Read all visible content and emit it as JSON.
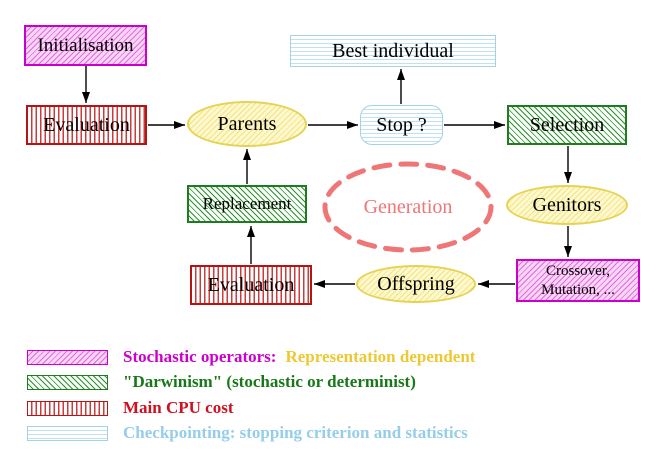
{
  "nodes": {
    "initialisation": "Initialisation",
    "evaluation_top": "Evaluation",
    "parents": "Parents",
    "best_individual": "Best individual",
    "stop": "Stop ?",
    "selection": "Selection",
    "replacement": "Replacement",
    "generation": "Generation",
    "genitors": "Genitors",
    "offspring": "Offspring",
    "evaluation_bottom": "Evaluation",
    "crossover_line1": "Crossover,",
    "crossover_line2": "Mutation, ..."
  },
  "legend": {
    "items": [
      {
        "label": "Stochastic operators:",
        "label_extra": "Representation dependent"
      },
      {
        "label": "\"Darwinism\" (stochastic or determinist)"
      },
      {
        "label": "Main CPU cost"
      },
      {
        "label": "Checkpointing: stopping criterion and statistics"
      }
    ]
  },
  "colors": {
    "magenta": "#cc00cc",
    "green": "#1e7b1e",
    "red": "#b51414",
    "cyan_border": "#a3d2e4",
    "yellow_border": "#e6d254",
    "salmon": "#ef7676",
    "legend_gold": "#eec832",
    "legend_light_blue": "#96cde9",
    "legend_red": "#cc1120",
    "legend_green": "#187818"
  }
}
